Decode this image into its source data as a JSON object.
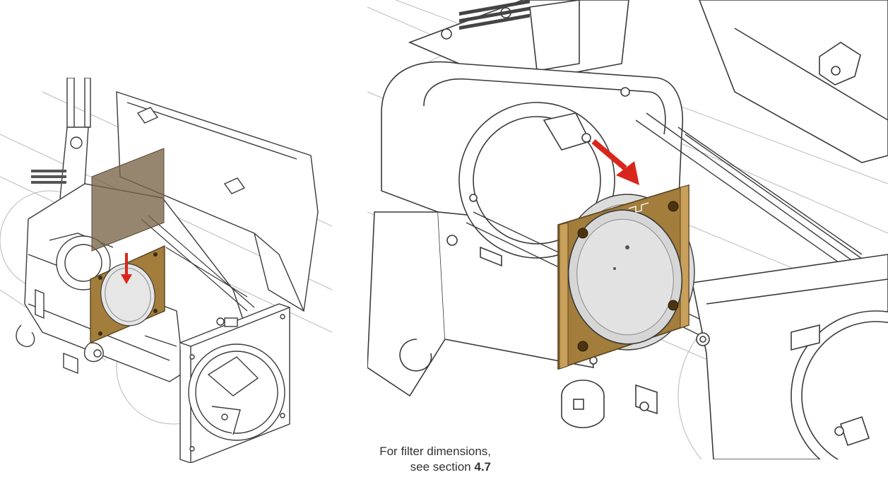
{
  "caption": {
    "line1": "For filter dimensions,",
    "line2_prefix": "see section ",
    "line2_ref": "4.7"
  },
  "colors": {
    "line": "#3a3a3a",
    "light_line": "#b9b9b9",
    "filter_frame": "#a27d3c",
    "filter_frame_dark": "#6e5223",
    "gel": "#7a6446",
    "arrow": "#d9261c",
    "lens_fill": "#dcdcdc"
  },
  "icons": [
    "insert-arrow-icon",
    "filter-frame-icon",
    "gel-sheet-icon"
  ]
}
